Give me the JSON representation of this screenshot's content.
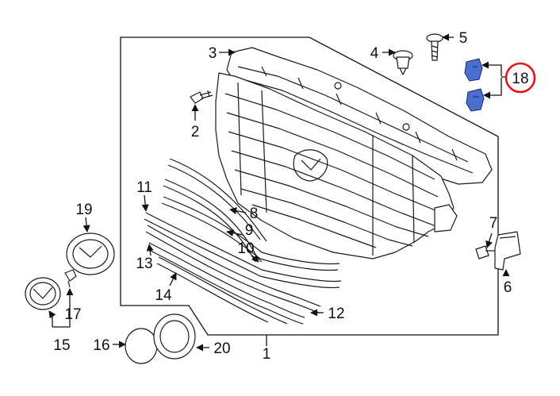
{
  "diagram": {
    "highlight_color": "#e8121b",
    "clip_color": "#4a6fd1",
    "callouts": {
      "c1": "1",
      "c2": "2",
      "c3": "3",
      "c4": "4",
      "c5": "5",
      "c6": "6",
      "c7": "7",
      "c8": "8",
      "c9": "9",
      "c10": "10",
      "c11": "11",
      "c12": "12",
      "c13": "13",
      "c14": "14",
      "c15": "15",
      "c16": "16",
      "c17": "17",
      "c18": "18",
      "c19": "19",
      "c20": "20"
    }
  }
}
